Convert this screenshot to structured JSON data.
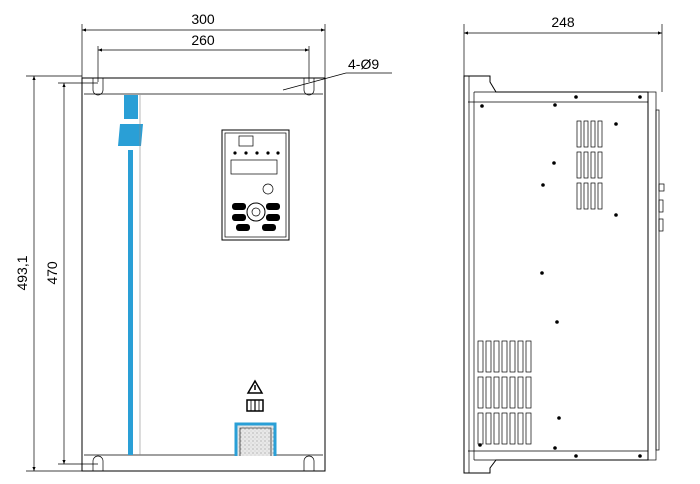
{
  "dimensions": {
    "overall_width": "300",
    "hole_spacing_width": "260",
    "holes": "4-Ø9",
    "overall_height": "493,1",
    "hole_spacing_height": "470",
    "depth": "248"
  },
  "colors": {
    "line": "#000000",
    "accent_stripe": "#2a9fd6",
    "panel_bg": "#ffffff"
  },
  "icons": {
    "warning_symbol": "warning-triangle-icon",
    "manual_symbol": "manual-book-icon"
  }
}
